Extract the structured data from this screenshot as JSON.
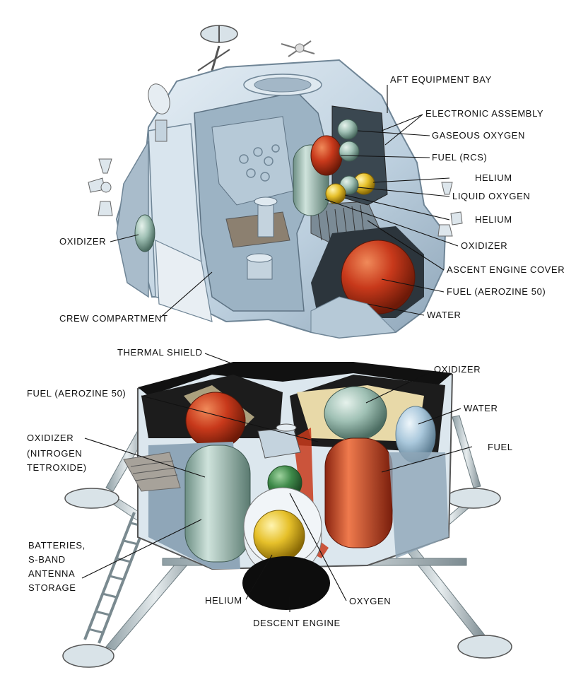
{
  "ascent_stage": {
    "labels": {
      "aft_equipment_bay": "AFT EQUIPMENT BAY",
      "electronic_assembly": "ELECTRONIC ASSEMBLY",
      "gaseous_oxygen": "GASEOUS OXYGEN",
      "fuel_rcs": "FUEL (RCS)",
      "helium_1": "HELIUM",
      "liquid_oxygen": "LIQUID OXYGEN",
      "helium_2": "HELIUM",
      "oxidizer_right": "OXIDIZER",
      "ascent_engine_cover": "ASCENT ENGINE COVER",
      "fuel_aerozine": "FUEL (AEROZINE 50)",
      "water": "WATER",
      "oxidizer_left": "OXIDIZER",
      "crew_compartment": "CREW COMPARTMENT"
    }
  },
  "descent_stage": {
    "labels": {
      "thermal_shield": "THERMAL SHIELD",
      "oxidizer_top": "OXIDIZER",
      "fuel_aerozine": "FUEL (AEROZINE 50)",
      "water": "WATER",
      "oxidizer_nt_1": "OXIDIZER",
      "oxidizer_nt_2": "(NITROGEN",
      "oxidizer_nt_3": "TETROXIDE)",
      "fuel": "FUEL",
      "batteries_1": "BATTERIES,",
      "batteries_2": "S-BAND",
      "batteries_3": "ANTENNA",
      "batteries_4": "STORAGE",
      "helium": "HELIUM",
      "oxygen": "OXYGEN",
      "descent_engine": "DESCENT ENGINE"
    }
  },
  "colors": {
    "hull": "#c9d9e6",
    "hull_dark": "#8fa6b8",
    "interior": "#a9bccb",
    "tank_red": "#c8391b",
    "tank_green": "#8fb3a8",
    "tank_yellow": "#e6c02a",
    "tank_lightblue": "#aac8dc",
    "tan": "#e8d9a8",
    "dark": "#1a1a1a"
  }
}
